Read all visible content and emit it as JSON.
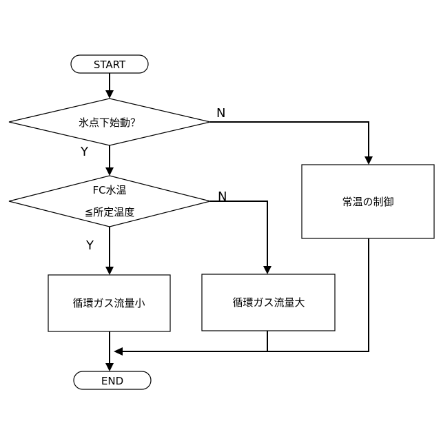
{
  "nodes": {
    "start": "START",
    "decision1": "氷点下始動？",
    "decision2_line1": "FC水温",
    "decision2_line2": "≦所定温度",
    "normal": "常温の制御",
    "small": "循環ガス流量小",
    "large": "循環ガス流量大",
    "end": "END"
  },
  "branches": {
    "d1_yes": "Y",
    "d1_no": "N",
    "d2_yes": "Y",
    "d2_no": "N"
  }
}
